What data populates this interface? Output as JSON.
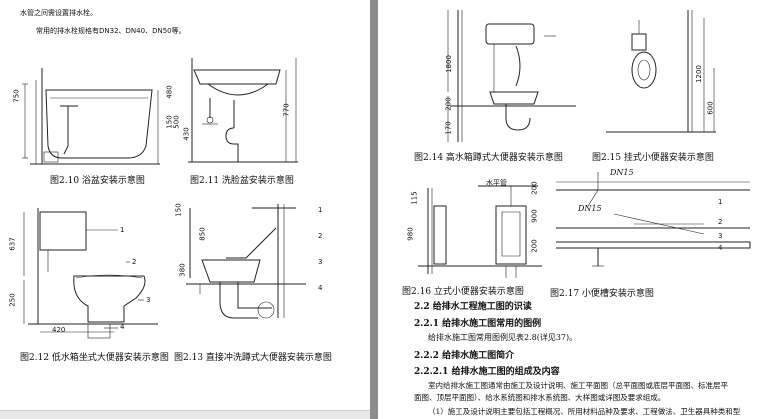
{
  "left_page": {
    "intro_line1": "水管之间需设置排水栓。",
    "intro_line2": "常用的排水栓规格有DN32、DN40、DN50等。",
    "fig210": {
      "caption": "图2.10 浴盆安装示意图",
      "dims": [
        "750",
        "480",
        "150"
      ]
    },
    "fig211": {
      "caption": "图2.11 洗脸盆安装示意图",
      "dims": [
        "770",
        "500",
        "430"
      ]
    },
    "fig212": {
      "caption": "图2.12 低水箱坐式大便器安装示意图",
      "dims": [
        "637",
        "250",
        "420"
      ],
      "callouts": [
        "1",
        "2",
        "3",
        "4"
      ]
    },
    "fig213": {
      "caption": "图2.13 直接冲洗蹲式大便器安装示意图",
      "dims": [
        "850",
        "150",
        "380"
      ],
      "callouts": [
        "1",
        "2",
        "3",
        "4"
      ]
    }
  },
  "right_page": {
    "fig214": {
      "caption": "图2.14 高水箱蹲式大便器安装示意图",
      "dims": [
        "1800",
        "200",
        "170"
      ]
    },
    "fig215": {
      "caption": "图2.15 挂式小便器安装示意图",
      "dims": [
        "1200",
        "600"
      ]
    },
    "fig216": {
      "caption": "图2.16 立式小便器安装示意图",
      "dims": [
        "980",
        "115"
      ],
      "labels": [
        "水平管"
      ]
    },
    "fig217": {
      "caption": "图2.17 小便槽安装示意图",
      "dims": [
        "200",
        "900",
        "200"
      ],
      "labels": [
        "DN15",
        "DN15"
      ],
      "callouts": [
        "1",
        "2",
        "3",
        "4"
      ]
    },
    "s22": "2.2  给排水工程施工图的识读",
    "s221": "2.2.1  给排水施工图常用的图例",
    "p221": "给排水施工图常用图例见表2.8(详见37)。",
    "s222": "2.2.2  给排水施工图简介",
    "s2221": "2.2.2.1  给排水施工图的组成及内容",
    "p_a": "室内给排水施工图通常由施工及设计说明、施工平面图（总平面图或底层平面图、标准层平",
    "p_b": "面图、顶层平面图）、给水系统图和排水系统图、大样图或详图及要求组成。",
    "p_c": "（1）施工及设计说明主要包括工程概况、所用材料品种及要求、工程做法、卫生器具种类和型"
  }
}
